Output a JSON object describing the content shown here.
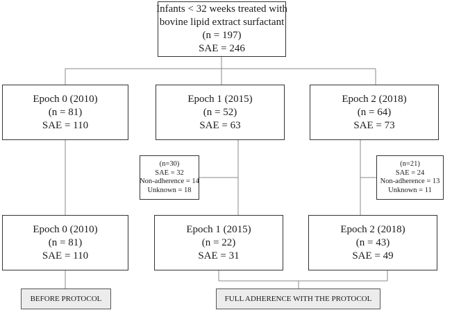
{
  "root": {
    "line1": "Infants < 32 weeks treated with",
    "line2": "bovine lipid extract surfactant",
    "n": "(n = 197)",
    "sae": "SAE = 246"
  },
  "epochs_top": [
    {
      "title": "Epoch 0 (2010)",
      "n": "(n = 81)",
      "sae": "SAE = 110"
    },
    {
      "title": "Epoch 1 (2015)",
      "n": "(n = 52)",
      "sae": "SAE = 63"
    },
    {
      "title": "Epoch 2 (2018)",
      "n": "(n = 64)",
      "sae": "SAE = 73"
    }
  ],
  "exclusions": [
    {
      "n": "(n=30)",
      "sae": "SAE = 32",
      "nonadherence": "Non-adherence = 14",
      "unknown": "Unknown = 18"
    },
    {
      "n": "(n=21)",
      "sae": "SAE = 24",
      "nonadherence": "Non-adherence = 13",
      "unknown": "Unknown = 11"
    }
  ],
  "epochs_bottom": [
    {
      "title": "Epoch 0 (2010)",
      "n": "(n = 81)",
      "sae": "SAE = 110"
    },
    {
      "title": "Epoch 1 (2015)",
      "n": "(n = 22)",
      "sae": "SAE = 31"
    },
    {
      "title": "Epoch 2 (2018)",
      "n": "(n = 43)",
      "sae": "SAE = 49"
    }
  ],
  "labels": {
    "before": "BEFORE PROTOCOL",
    "full": "FULL ADHERENCE WITH THE PROTOCOL"
  }
}
